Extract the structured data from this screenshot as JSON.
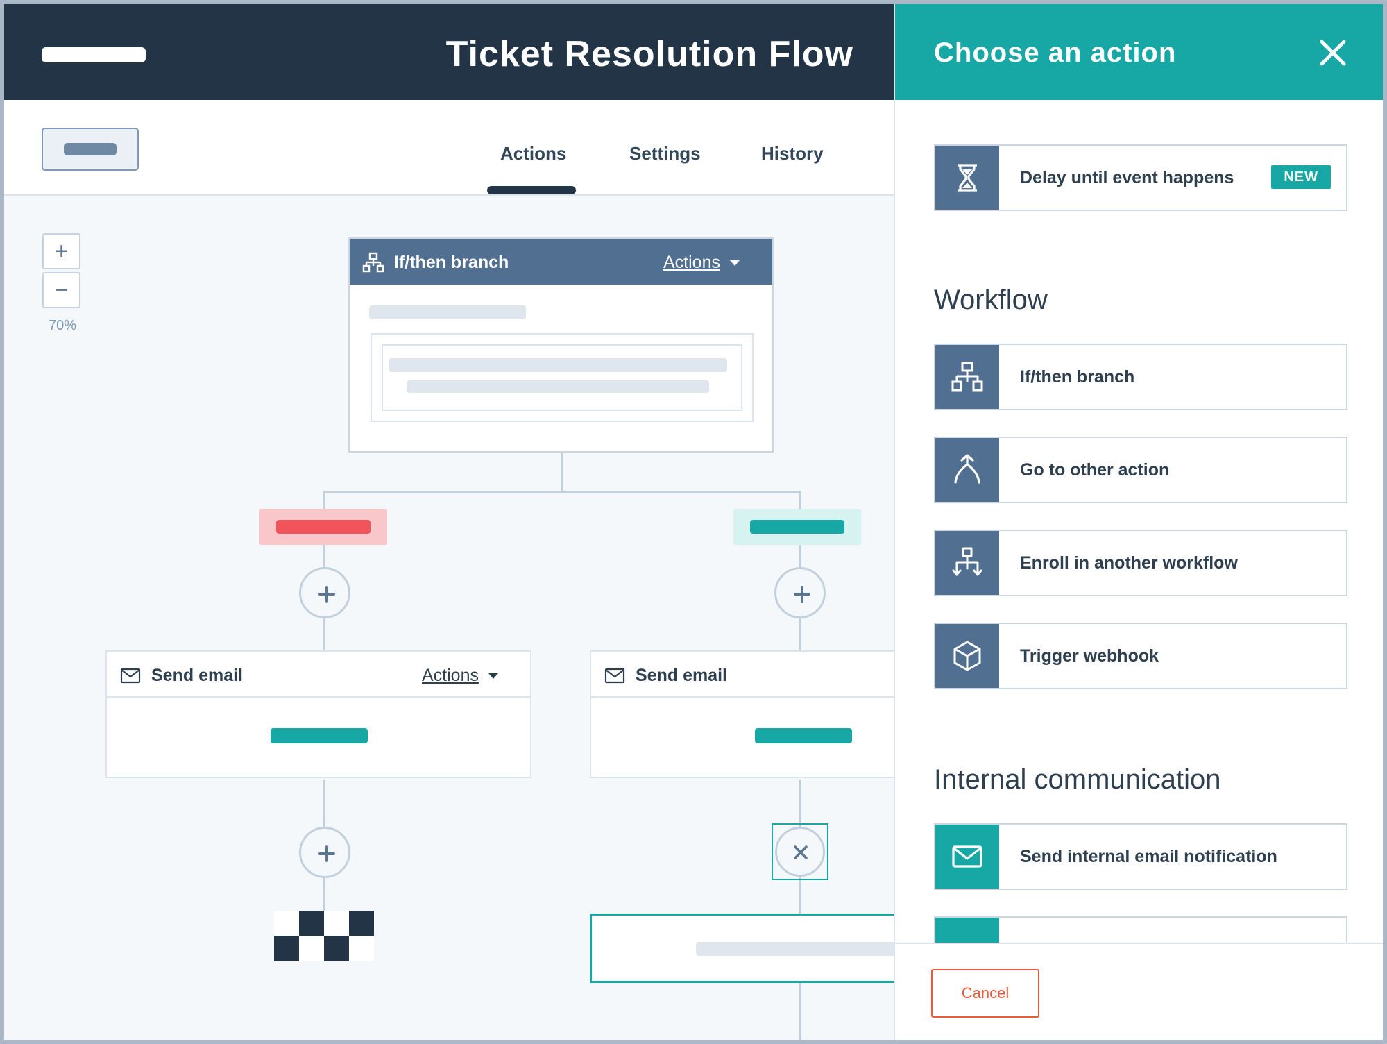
{
  "header": {
    "title": "Ticket Resolution Flow"
  },
  "tabs": [
    {
      "label": "Actions",
      "active": true
    },
    {
      "label": "Settings",
      "active": false
    },
    {
      "label": "History",
      "active": false
    }
  ],
  "zoom": {
    "plus": "+",
    "minus": "−",
    "level": "70%"
  },
  "canvas": {
    "branch_card": {
      "title": "If/then branch",
      "actions_label": "Actions"
    },
    "email_card_left": {
      "title": "Send email",
      "actions_label": "Actions"
    },
    "email_card_right": {
      "title": "Send email"
    }
  },
  "panel": {
    "title": "Choose an action",
    "featured": {
      "label": "Delay until event happens",
      "badge": "NEW",
      "icon": "hourglass-icon"
    },
    "sections": [
      {
        "title": "Workflow",
        "items": [
          {
            "label": "If/then branch",
            "icon": "branch-icon"
          },
          {
            "label": "Go to other action",
            "icon": "go-to-icon"
          },
          {
            "label": "Enroll in another workflow",
            "icon": "enroll-icon"
          },
          {
            "label": "Trigger webhook",
            "icon": "cube-icon"
          }
        ]
      },
      {
        "title": "Internal communication",
        "items": [
          {
            "label": "Send internal email notification",
            "icon": "envelope-icon"
          }
        ]
      }
    ],
    "cancel_label": "Cancel"
  },
  "colors": {
    "navy": "#243447",
    "teal": "#17a8a5",
    "slate": "#516f90",
    "branch_red": "#f2545b",
    "cancel_orange": "#ea5b3c"
  }
}
